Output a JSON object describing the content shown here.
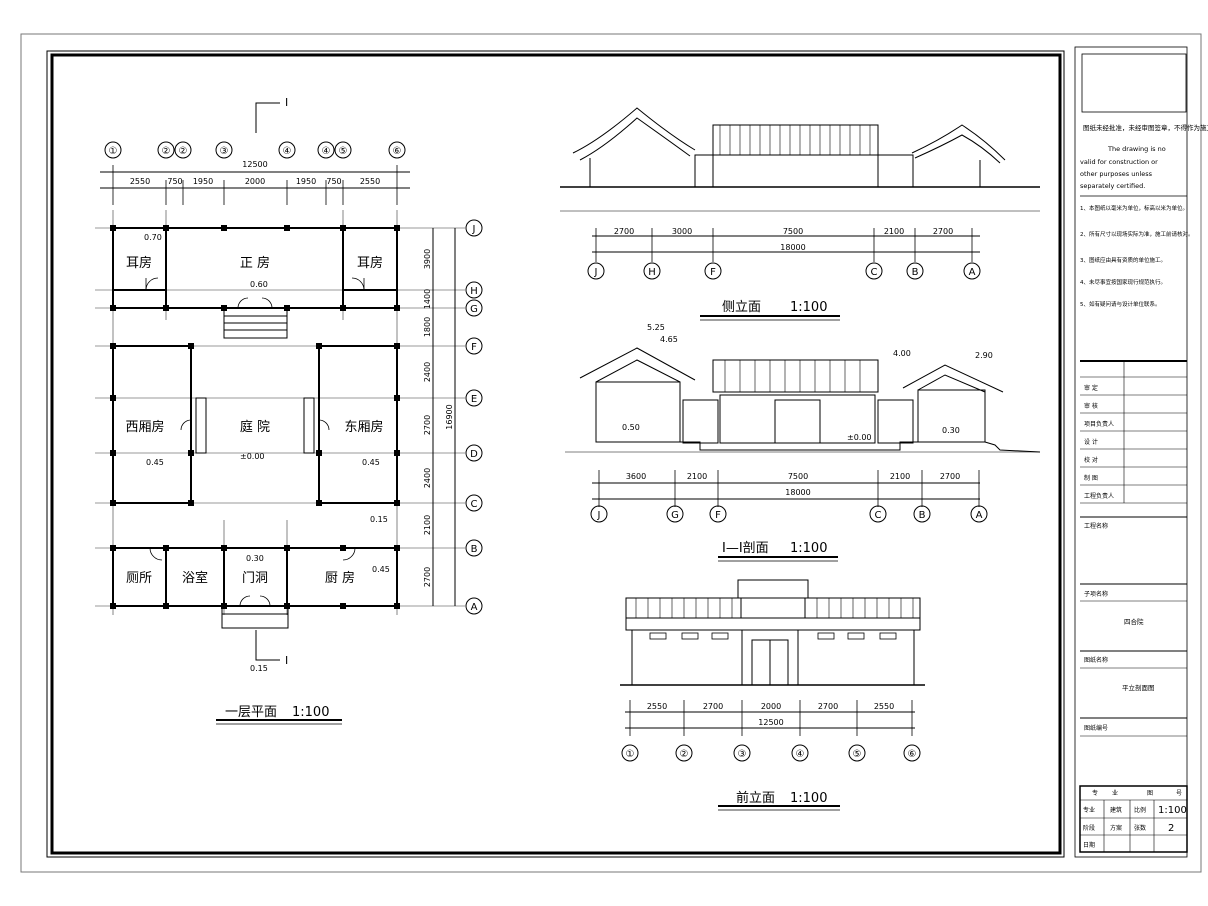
{
  "plan": {
    "title": "一层平面",
    "scale": "1:100",
    "section_mark": "I",
    "axes_top": [
      "①",
      "②",
      "②",
      "③",
      "④",
      "④",
      "⑤",
      "⑥"
    ],
    "overall_dim": "12500",
    "dims_top": [
      "2550",
      "750",
      "1950",
      "2000",
      "1950",
      "750",
      "2550"
    ],
    "axes_right": [
      "J",
      "H",
      "G",
      "F",
      "E",
      "D",
      "C",
      "B",
      "A"
    ],
    "dims_right": [
      "3900",
      "1400",
      "1800",
      "2400",
      "2700",
      "2400",
      "2100",
      "2700"
    ],
    "overall_dim_right": "16900",
    "rooms": {
      "er_left": "耳房",
      "zheng": "正  房",
      "er_right": "耳房",
      "xixiang": "西厢房",
      "tingyuan": "庭    院",
      "dongxiang": "东厢房",
      "cesuo": "厕所",
      "yushi": "浴室",
      "menzhi": "门洞",
      "chufang": "厨  房"
    },
    "levels": {
      "l070": "0.70",
      "l060": "0.60",
      "l045a": "0.45",
      "l000": "±0.00",
      "l045b": "0.45",
      "l015": "0.15",
      "l030": "0.30",
      "l045c": "0.45",
      "l015b": "0.15"
    }
  },
  "side_elev": {
    "title": "侧立面",
    "scale": "1:100",
    "dims": [
      "2700",
      "3000",
      "7500",
      "2100",
      "2700"
    ],
    "overall": "18000",
    "axes": [
      "J",
      "H",
      "F",
      "C",
      "B",
      "A"
    ]
  },
  "section": {
    "title": "I—I剖面",
    "scale": "1:100",
    "levels": [
      "5.25",
      "4.65",
      "4.00",
      "2.90",
      "0.50",
      "±0.00",
      "0.30"
    ],
    "dims": [
      "3600",
      "2100",
      "7500",
      "2100",
      "2700"
    ],
    "overall": "18000",
    "axes": [
      "J",
      "G",
      "F",
      "C",
      "B",
      "A"
    ]
  },
  "front_elev": {
    "title": "前立面",
    "scale": "1:100",
    "dims": [
      "2550",
      "2700",
      "2000",
      "2700",
      "2550"
    ],
    "overall": "12500",
    "axes": [
      "①",
      "②",
      "③",
      "④",
      "⑤",
      "⑥"
    ]
  },
  "titleblock": {
    "note_cn": "图纸未经批准，未经审图签章，不得作为施工用途。",
    "note_en": [
      "The drawing is no",
      "valid for construction or",
      "other purposes unless",
      "separately certified."
    ],
    "notes": [
      "1、本图纸以毫米为单位，标高以米为单位。",
      "2、所有尺寸以现场实际为准，施工前请核对。",
      "3、图纸应由具有资质的单位施工。",
      "4、未尽事宜按国家现行规范执行。",
      "5、如有疑问请与设计单位联系。"
    ],
    "rows": [
      "审  定",
      "审  核",
      "项目负责人",
      "设  计",
      "校  对",
      "制  图",
      "工程负责人"
    ],
    "project_label": "工程名称",
    "item_label": "子项名称",
    "item_value": "四合院",
    "drawing_label": "图纸名称",
    "drawing_value": "平立剖面图",
    "number_label": "图纸编号",
    "bottom_head": [
      "专",
      "业",
      "图",
      "号"
    ],
    "bottom_r1": [
      "专业",
      "建筑",
      "比例",
      "1:100"
    ],
    "bottom_r2": [
      "阶段",
      "方案",
      "张数",
      "2"
    ],
    "bottom_r3": [
      "日期"
    ]
  }
}
